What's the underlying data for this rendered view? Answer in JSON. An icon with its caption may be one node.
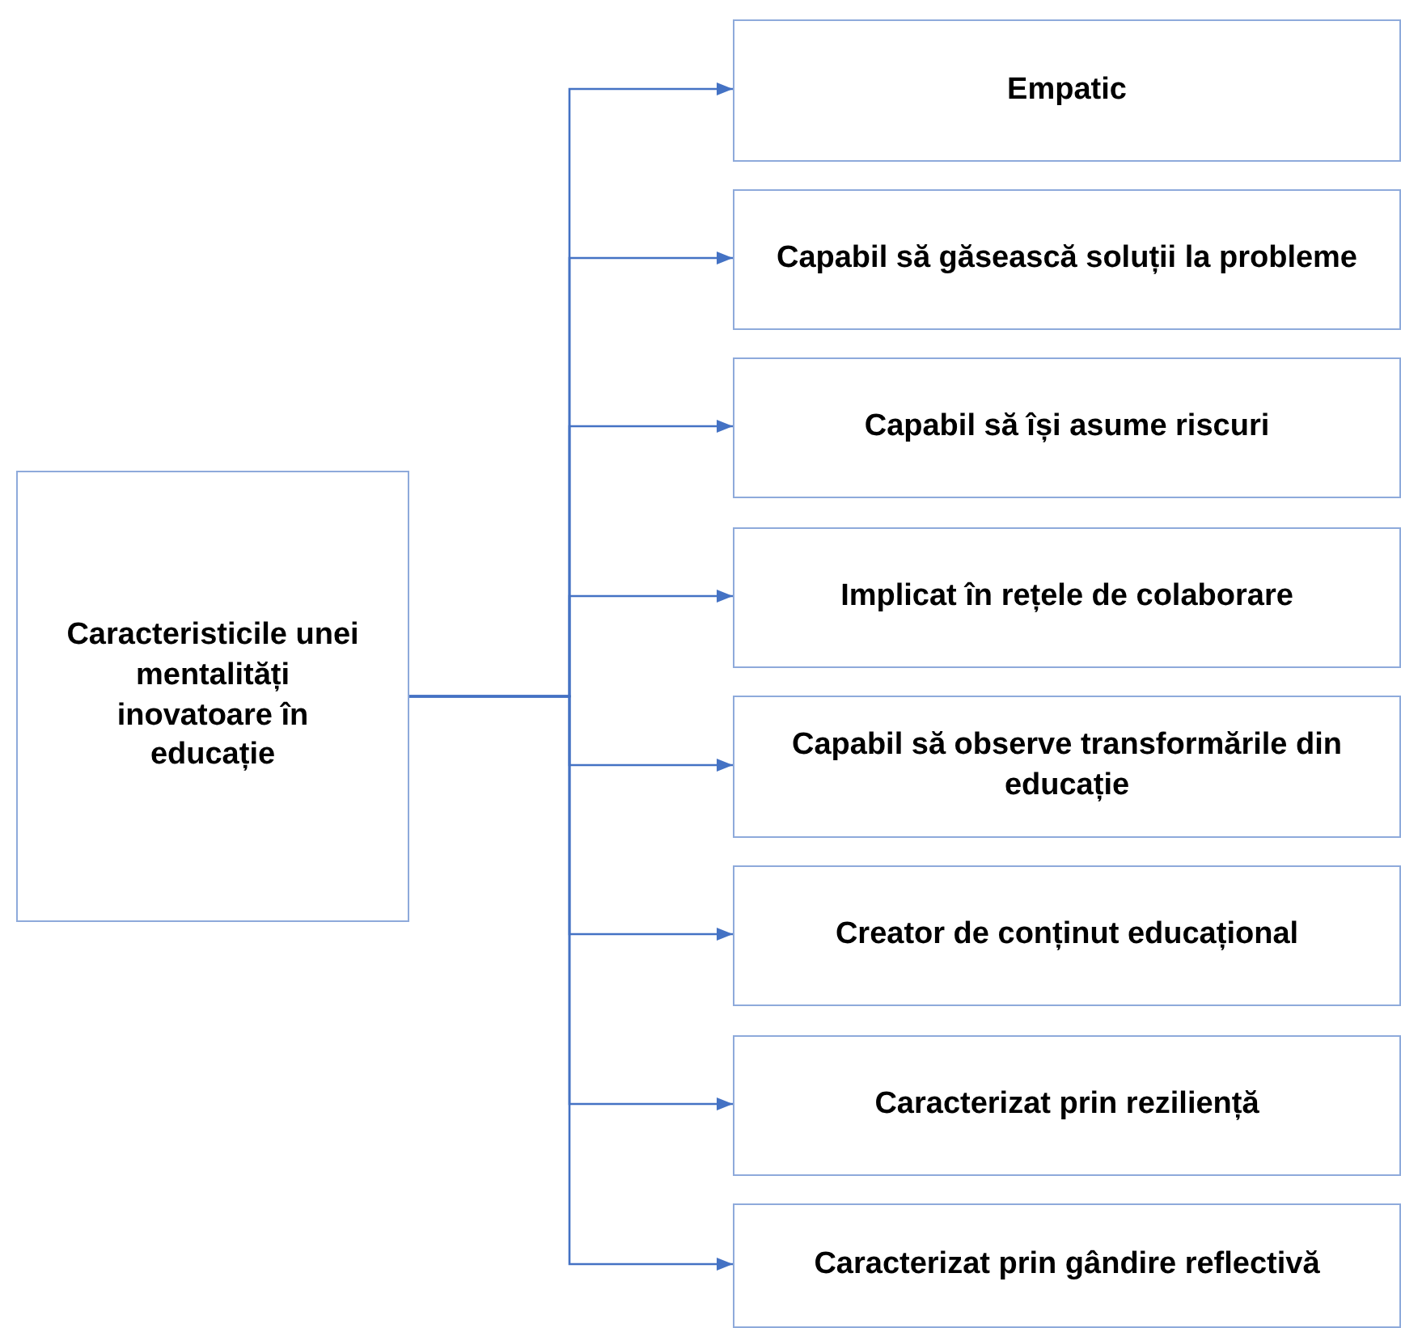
{
  "diagram": {
    "nodes": [
      {
        "text": [
          "Caracteristicile unei mentalități inovatoare în educație"
        ]
      },
      {
        "text": [
          "Empatic"
        ]
      },
      {
        "text": [
          "Capabil să găsească soluții la probleme"
        ]
      },
      {
        "text": [
          "Capabil să își asume riscuri"
        ]
      },
      {
        "text": [
          "Implicat în rețele de colaborare"
        ]
      },
      {
        "text": [
          "Capabil să observe transformările din educație"
        ]
      },
      {
        "text": [
          "Creator de conținut educațional"
        ]
      },
      {
        "text": [
          "Caracterizat prin reziliență"
        ]
      },
      {
        "text": [
          "Caracterizat prin gândire reflectivă"
        ]
      }
    ],
    "edges": [
      {
        "from": 0,
        "to": 1,
        "arrow": "to"
      },
      {
        "from": 0,
        "to": 2,
        "arrow": "to"
      },
      {
        "from": 0,
        "to": 3,
        "arrow": "to"
      },
      {
        "from": 0,
        "to": 4,
        "arrow": "to"
      },
      {
        "from": 0,
        "to": 5,
        "arrow": "to"
      },
      {
        "from": 0,
        "to": 6,
        "arrow": "to"
      },
      {
        "from": 0,
        "to": 7,
        "arrow": "to"
      },
      {
        "from": 0,
        "to": 8,
        "arrow": "to"
      }
    ]
  }
}
